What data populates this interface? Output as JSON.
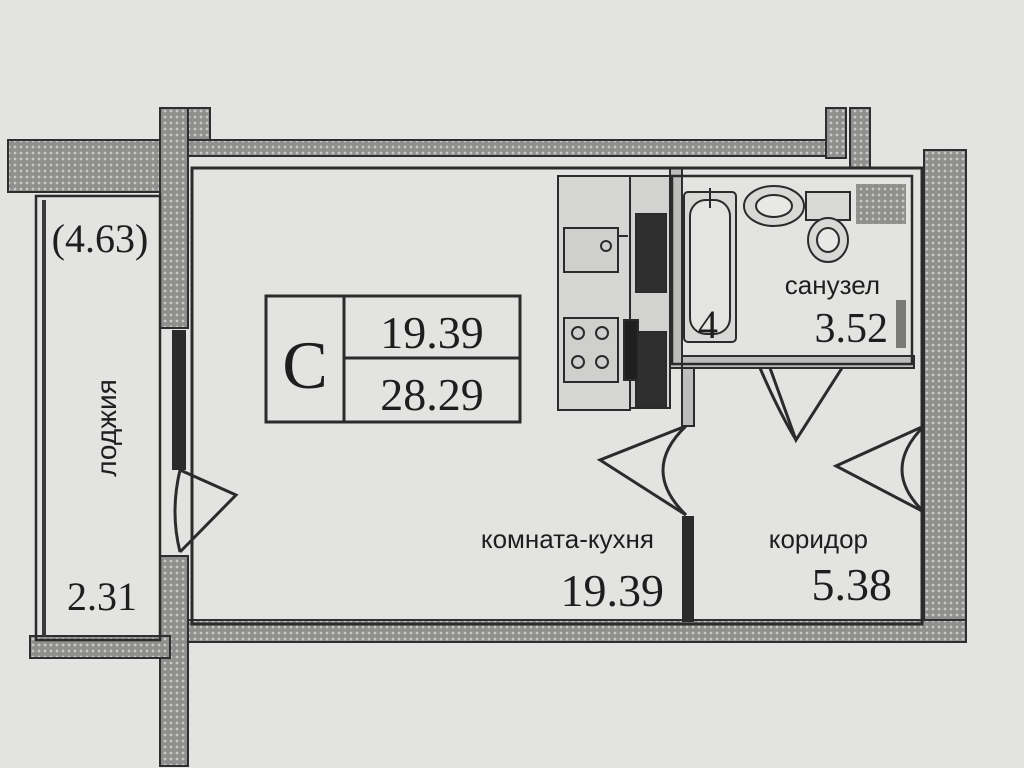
{
  "apartment": {
    "type_letter": "С",
    "living_area": "19.39",
    "total_area": "28.29",
    "appliance_marker": "4"
  },
  "rooms": {
    "loggia": {
      "label": "лоджия",
      "area": "2.31",
      "area_with_coeff": "(4.63)"
    },
    "studio": {
      "label": "комната-кухня",
      "area": "19.39"
    },
    "bathroom": {
      "label": "санузел",
      "area": "3.52"
    },
    "corridor": {
      "label": "коридор",
      "area": "5.38"
    }
  },
  "colors": {
    "background": "#e3e3e1",
    "wall": "#3a3a3a",
    "wall_fill": "#9a9a98",
    "line": "#2b2b2b"
  }
}
